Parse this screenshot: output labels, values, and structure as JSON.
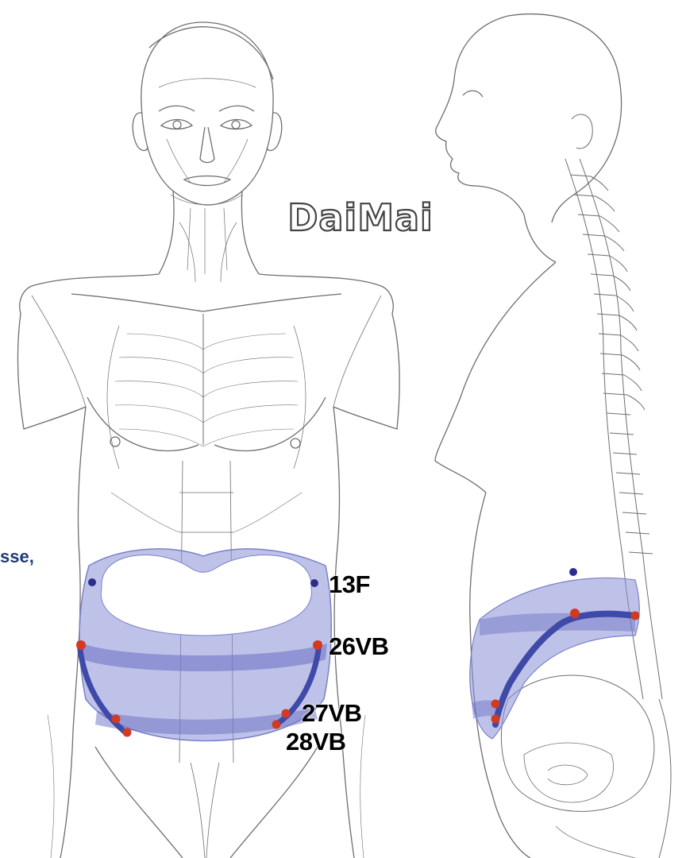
{
  "title": "DaiMai",
  "partial_text": "sse,",
  "point_labels": [
    "13F",
    "26VB",
    "27VB",
    "28VB"
  ],
  "figures": [
    "front-view-figure",
    "side-view-figure"
  ],
  "colors": {
    "line": "#6e6e6e",
    "belt_fill": "#8a8fd6",
    "belt_band": "#3f4aa8",
    "point_red": "#d23a22",
    "point_blue": "#2b2f8a",
    "cut_text": "#1f3a78"
  }
}
